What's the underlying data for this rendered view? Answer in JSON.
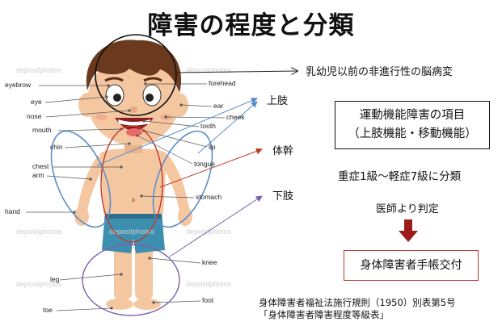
{
  "title": "障害の程度と分類",
  "body_labels": {
    "eyebrow": "eyebrow",
    "eye": "eye",
    "nose": "nose",
    "mouth": "mouth",
    "chin": "chin",
    "chest": "chest",
    "arm": "arm",
    "hand": "hand",
    "leg": "leg",
    "toe": "toe",
    "forehead": "forehead",
    "ear": "ear",
    "cheek": "cheek",
    "tooth": "tooth",
    "lip": "lip",
    "tongue": "tongue",
    "stomach": "stomach",
    "knee": "knee",
    "foot": "foot"
  },
  "categories": {
    "brain": "乳幼児以前の非進行性の脳病変",
    "upper_limb": "上肢",
    "trunk": "体幹",
    "lower_limb": "下肢"
  },
  "motor_box": {
    "line1": "運動機能障害の項目",
    "line2": "（上肢機能・移動機能）"
  },
  "grade_text": "重症1級～軽症7級に分類",
  "doctor_text": "医師より判定",
  "card_text": "身体障害者手帳交付",
  "footer": {
    "line1": "身体障害者福祉法施行規則（1950）別表第5号",
    "line2": "「身体障害者障害程度等級表」"
  },
  "watermark": "depositphotos",
  "colors": {
    "upper_circle": "#5b8ec9",
    "trunk_circle": "#c0392b",
    "lower_circle": "#7b5fa8",
    "arrow_dark": "#9e1b1b",
    "card_border": "#c0392b"
  }
}
